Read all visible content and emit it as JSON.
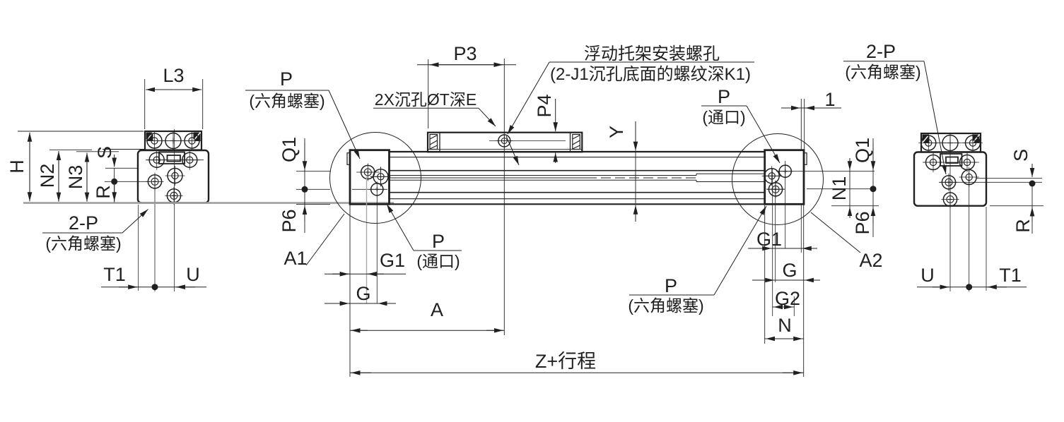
{
  "labels": {
    "l3": "L3",
    "h": "H",
    "n2": "N2",
    "n3": "N3",
    "s": "S",
    "r": "R",
    "t1": "T1",
    "u": "U",
    "p": "P",
    "two_p": "2-P",
    "hex_plug_sub": "(六角螺塞)",
    "port_sub": "(通口)",
    "p3": "P3",
    "p4": "P4",
    "y_dim": "Y",
    "q1": "Q1",
    "p6": "P6",
    "n1": "N1",
    "one": "1",
    "counterbore_note": "2X沉孔ØT深E",
    "floating_note_line1": "浮动托架安装螺孔",
    "floating_note_line2": "(2-J1沉孔底面的螺纹深K1)",
    "a1": "A1",
    "a2": "A2",
    "a": "A",
    "g": "G",
    "g1": "G1",
    "g2": "G2",
    "n": "N",
    "z_plus_stroke": "Z+行程"
  },
  "colors": {
    "line": "#202020",
    "gray_line": "#9f9f9f",
    "background": "#ffffff"
  }
}
